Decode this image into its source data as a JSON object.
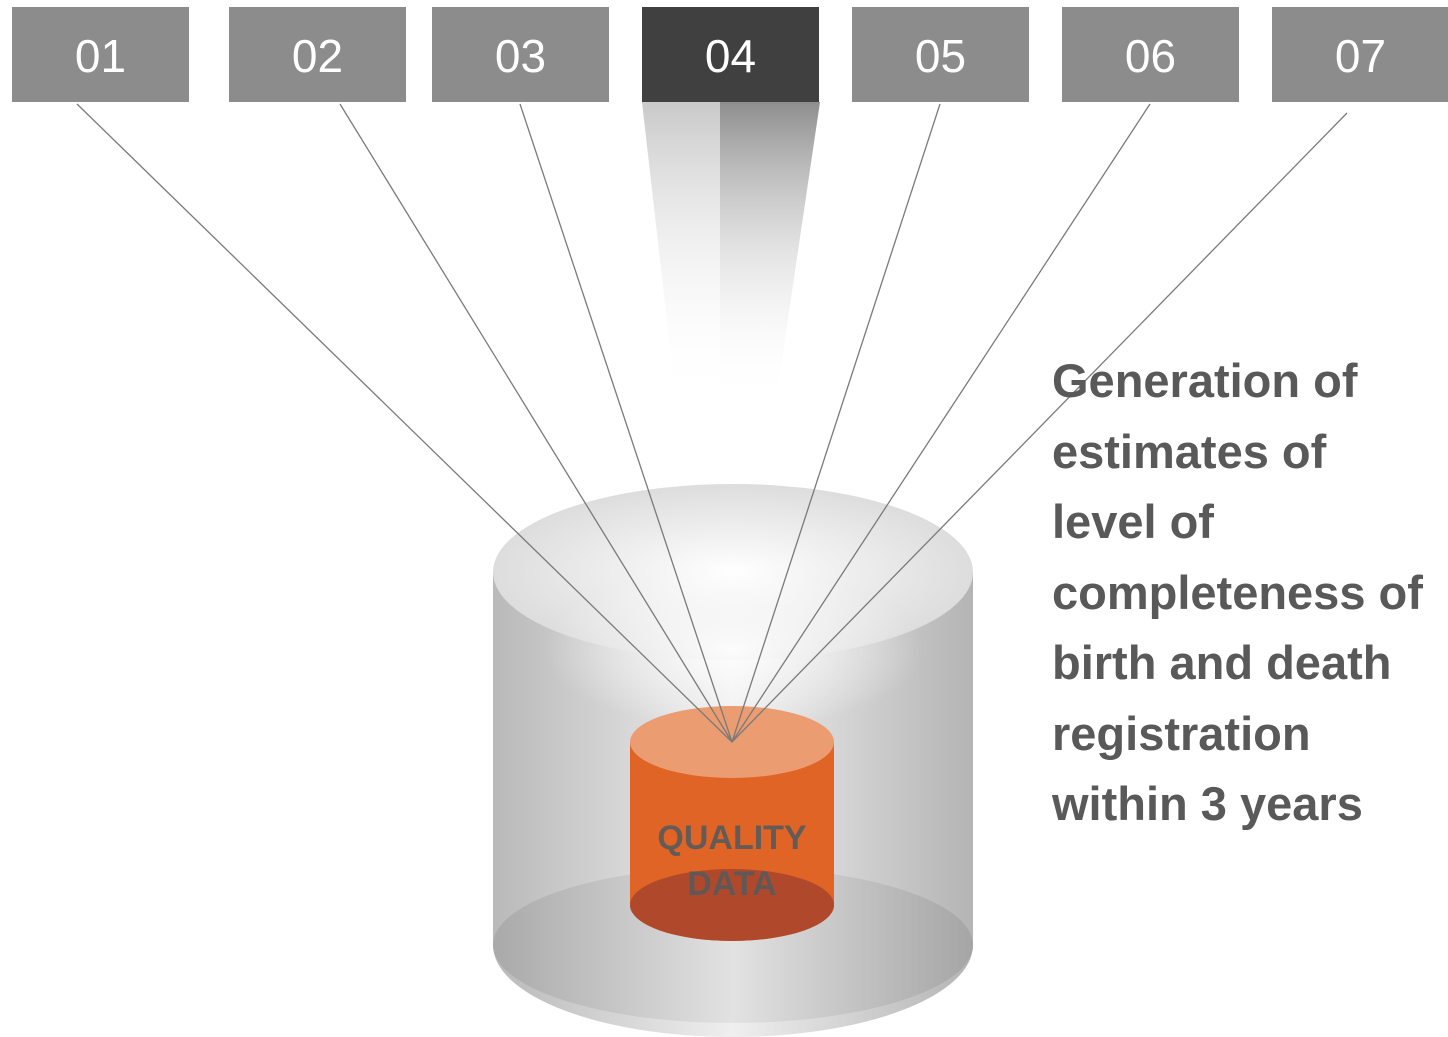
{
  "steps": [
    {
      "label": "01",
      "active": false
    },
    {
      "label": "02",
      "active": false
    },
    {
      "label": "03",
      "active": false
    },
    {
      "label": "04",
      "active": true
    },
    {
      "label": "05",
      "active": false
    },
    {
      "label": "06",
      "active": false
    },
    {
      "label": "07",
      "active": false
    }
  ],
  "core": {
    "line1": "QUALITY",
    "line2": "DATA"
  },
  "description": "Generation of estimates of level of completeness of birth and death registration within 3 years",
  "colors": {
    "step_inactive": "#8c8c8c",
    "step_active": "#404040",
    "core_orange": "#e06426",
    "text_gray": "#595959"
  }
}
